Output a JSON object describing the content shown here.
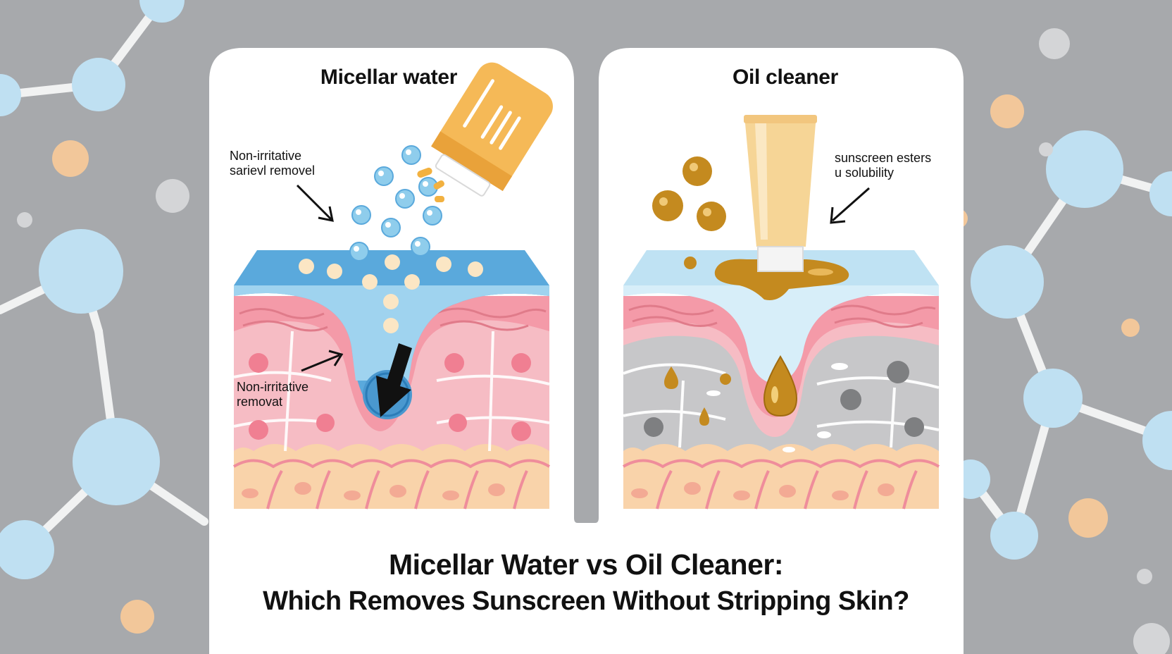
{
  "panels": {
    "left": {
      "title": "Micellar water",
      "note_top": [
        "Non-irritative",
        "sarievl removel"
      ],
      "note_mid": [
        "Non-irritative",
        "removat"
      ]
    },
    "right": {
      "title": "Oil cleaner",
      "note_top": [
        "sunscreen esters",
        "u solubility"
      ]
    }
  },
  "headline": {
    "line1": "Micellar Water vs Oil Cleaner:",
    "line2": "Which Removes Sunscreen Without Stripping Skin?"
  },
  "icons": [
    "molecule-network",
    "micellar-bottle",
    "oil-tube",
    "oil-droplet",
    "arrow"
  ],
  "colors": {
    "background": "#a7a9ac",
    "card": "#ffffff",
    "water_blue": "#5aa9dc",
    "light_blue": "#bfe2f3",
    "skin_pink": "#f5b6bf",
    "skin_deep": "#ef8d9b",
    "base_beige": "#f9d3aa",
    "oil_gold": "#c48a1f",
    "bottle_orange": "#f5b957",
    "tube_cream": "#f6d596",
    "grey_layer": "#c7c7c9"
  }
}
